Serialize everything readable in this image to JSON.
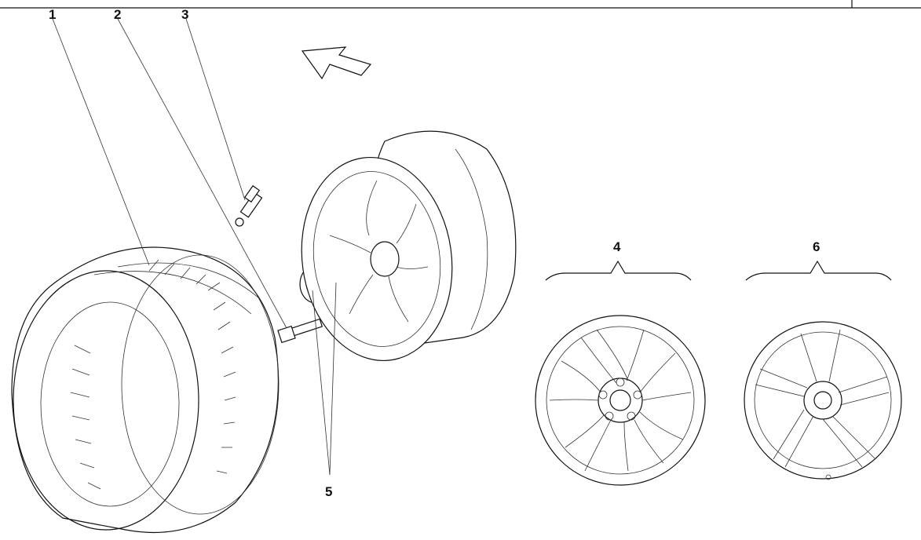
{
  "diagram": {
    "callouts": [
      {
        "id": "1",
        "label": "1"
      },
      {
        "id": "2",
        "label": "2"
      },
      {
        "id": "3",
        "label": "3"
      },
      {
        "id": "4",
        "label": "4"
      },
      {
        "id": "5",
        "label": "5"
      },
      {
        "id": "6",
        "label": "6"
      }
    ],
    "colors": {
      "ink": "#111111",
      "paper": "#ffffff"
    },
    "icons": {
      "direction": "arrow-icon"
    }
  }
}
